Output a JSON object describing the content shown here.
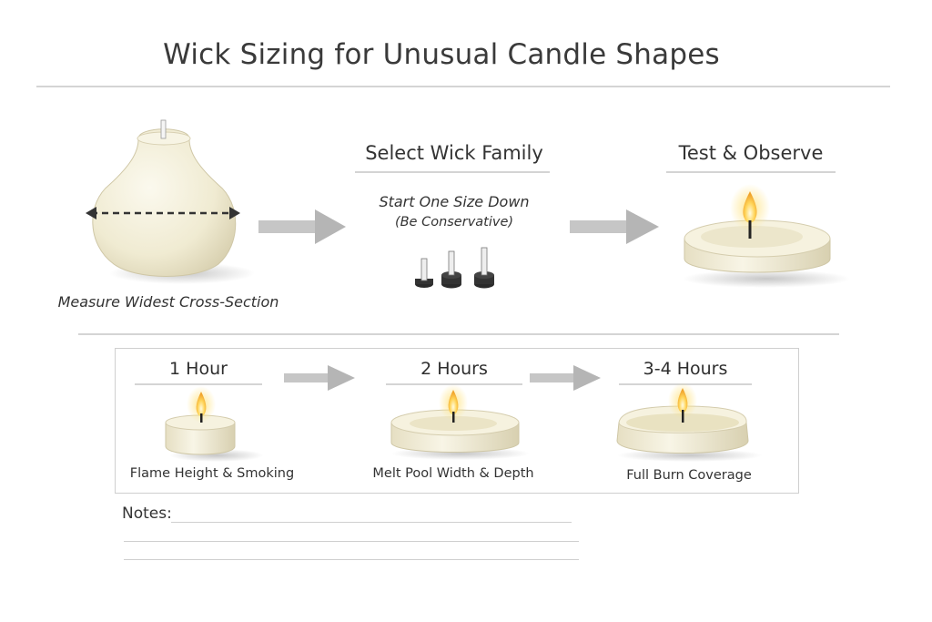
{
  "title": "Wick Sizing for Unusual Candle Shapes",
  "steps": [
    {
      "id": "measure",
      "caption": "Measure Widest Cross-Section"
    },
    {
      "id": "select",
      "title": "Select Wick Family",
      "note_line1": "Start One Size Down",
      "note_line2": "(Be Conservative)"
    },
    {
      "id": "test",
      "title": "Test & Observe"
    }
  ],
  "timeline": [
    {
      "title": "1 Hour",
      "caption": "Flame Height & Smoking"
    },
    {
      "title": "2 Hours",
      "caption": "Melt Pool Width & Depth"
    },
    {
      "title": "3-4 Hours",
      "caption": "Full Burn Coverage"
    }
  ],
  "notes": {
    "label": "Notes:"
  },
  "colors": {
    "wax": "#f3efd9",
    "wax_shadow": "#ddd6b8",
    "arrow": "#bdbdbd",
    "flame_outer": "#f5b83a",
    "flame_inner": "#fff7c2",
    "wick": "#2a2a2a"
  }
}
